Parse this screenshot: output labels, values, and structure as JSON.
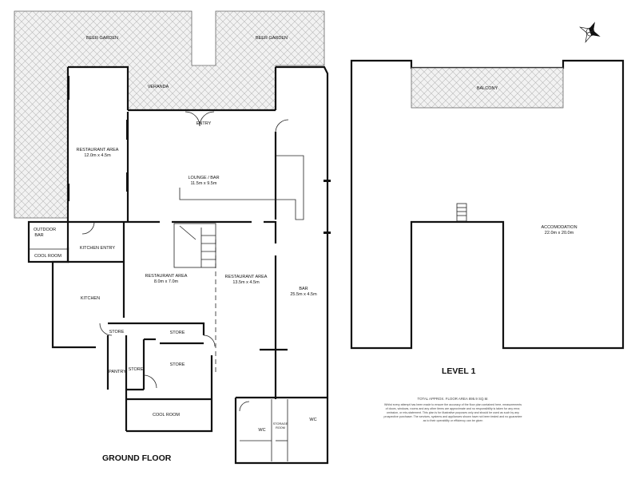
{
  "ground_floor": {
    "title": "GROUND FLOOR",
    "rooms": {
      "beer_garden_left": "BEER GARDEN",
      "beer_garden_right": "BEER GARDEN",
      "veranda": "VERANDA",
      "entry": "ENTRY",
      "restaurant_1_name": "RESTAURANT AREA",
      "restaurant_1_size": "12.0m x 4.5m",
      "lounge_name": "LOUNGE / BAR",
      "lounge_size": "11.5m x 9.5m",
      "outdoor_bar_1": "OUTDOOR",
      "outdoor_bar_2": "BAR",
      "cool_room_small": "COOL ROOM",
      "kitchen_entry": "KITCHEN ENTRY",
      "kitchen": "KITCHEN",
      "restaurant_2_name": "RESTAURANT AREA",
      "restaurant_2_size": "8.0m x 7.0m",
      "restaurant_3_name": "RESTAURANT AREA",
      "restaurant_3_size": "13.5m x 4.5m",
      "bar_name": "BAR",
      "bar_size": "25.5m x 4.5m",
      "store_1": "STORE",
      "store_2": "STORE",
      "store_3": "STORE",
      "store_4": "STORE",
      "pantry": "PANTRY",
      "cool_room_large": "COOL ROOM",
      "wc_1": "WC",
      "wc_2": "WC",
      "storage_room_1": "STORAGE",
      "storage_room_2": "ROOM"
    }
  },
  "level_1": {
    "title": "LEVEL 1",
    "rooms": {
      "balcony": "BALCONY",
      "accommodation_name": "ACCOMODATION",
      "accommodation_size": "22.0m x 20.0m"
    }
  },
  "notes": {
    "total_area": "TOTAL APPROX. FLOOR AREA 895.9 SQ.M.",
    "disclaimer_1": "Whilst every attempt has been made to ensure the accuracy of the floor plan contained here, measurements",
    "disclaimer_2": "of doors, windows, rooms and any other items are approximate and no responsibility is taken for any error,",
    "disclaimer_3": "omission, or mis-statement. This plan is for illustrative purposes only and should be used as such by any",
    "disclaimer_4": "prospective purchaser. The services, systems and appliances shown have not been tested and no guarantee",
    "disclaimer_5": "as to their operability or efficiency can be given"
  },
  "compass_icon": "compass-rose-icon"
}
